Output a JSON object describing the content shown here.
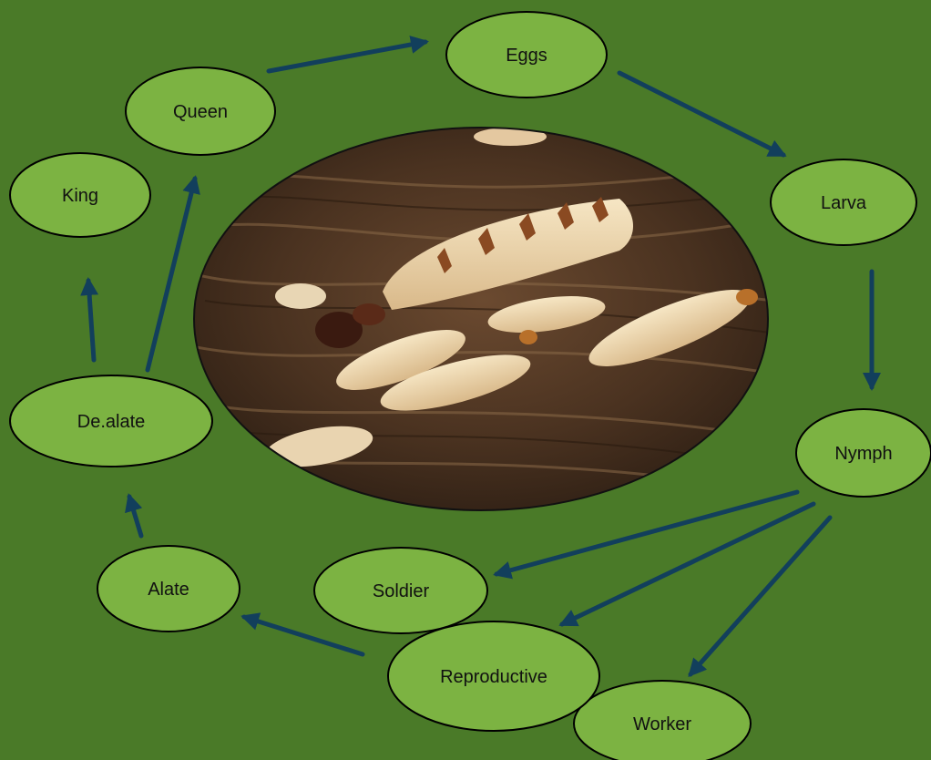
{
  "diagram": {
    "nodes": {
      "eggs": "Eggs",
      "queen": "Queen",
      "king": "King",
      "larva": "Larva",
      "nymph": "Nymph",
      "dealate": "De.alate",
      "alate": "Alate",
      "soldier": "Soldier",
      "reproductive": "Reproductive",
      "worker": "Worker"
    },
    "edges": [
      [
        "queen",
        "eggs"
      ],
      [
        "eggs",
        "larva"
      ],
      [
        "larva",
        "nymph"
      ],
      [
        "nymph",
        "soldier"
      ],
      [
        "nymph",
        "reproductive"
      ],
      [
        "nymph",
        "worker"
      ],
      [
        "reproductive",
        "alate"
      ],
      [
        "alate",
        "dealate"
      ],
      [
        "dealate",
        "king"
      ],
      [
        "dealate",
        "queen"
      ]
    ],
    "colors": {
      "background": "#4a7a28",
      "node_fill": "#7cb342",
      "arrow": "#123f5c"
    },
    "center_image": "termite-colony-photo"
  }
}
